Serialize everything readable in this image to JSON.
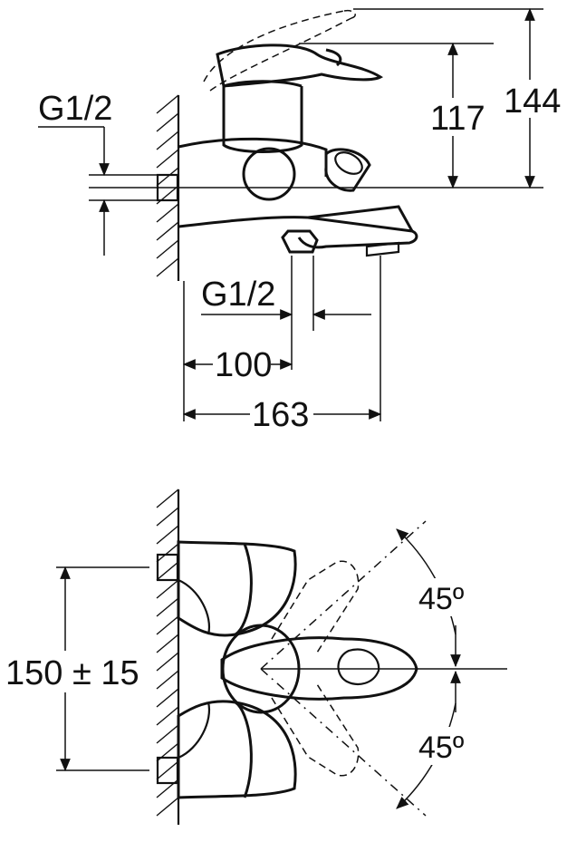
{
  "side_view": {
    "thread_wall": "G1/2",
    "thread_spout": "G1/2",
    "dim_100": "100",
    "dim_163": "163",
    "dim_117": "117",
    "dim_144": "144"
  },
  "top_view": {
    "dim_spacing": "150 ± 15",
    "angle_upper": "45º",
    "angle_lower": "45º"
  },
  "colors": {
    "line": "#111111",
    "background": "#ffffff"
  }
}
